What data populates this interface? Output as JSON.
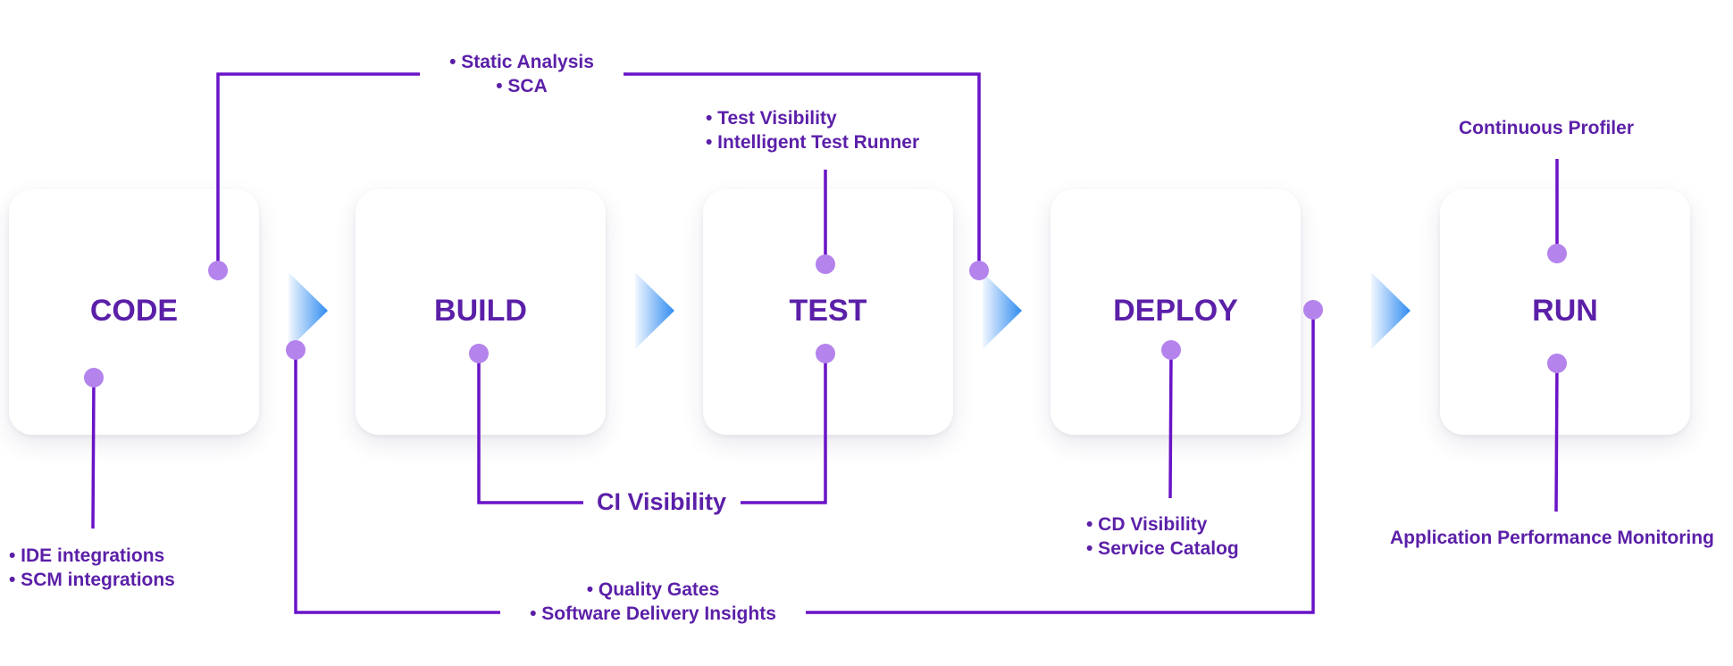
{
  "stages": {
    "code": "CODE",
    "build": "BUILD",
    "test": "TEST",
    "deploy": "DEPLOY",
    "run": "RUN"
  },
  "labels": {
    "static_analysis": [
      "• Static Analysis",
      "• SCA"
    ],
    "test_tools": [
      "• Test Visibility",
      "• Intelligent Test Runner"
    ],
    "profiler": "Continuous Profiler",
    "ci_visibility": "CI Visibility",
    "ide_scm": [
      "• IDE integrations",
      "• SCM integrations"
    ],
    "cd_catalog": [
      "• CD Visibility",
      "• Service Catalog"
    ],
    "apm": "Application Performance Monitoring",
    "quality": [
      "• Quality Gates",
      "• Software Delivery Insights"
    ]
  },
  "colors": {
    "line": "#6a13c7",
    "dot": "#b483ec",
    "text": "#5b1fa8",
    "arrow_start": "#f2f7ff",
    "arrow_end": "#2f8cf0"
  }
}
